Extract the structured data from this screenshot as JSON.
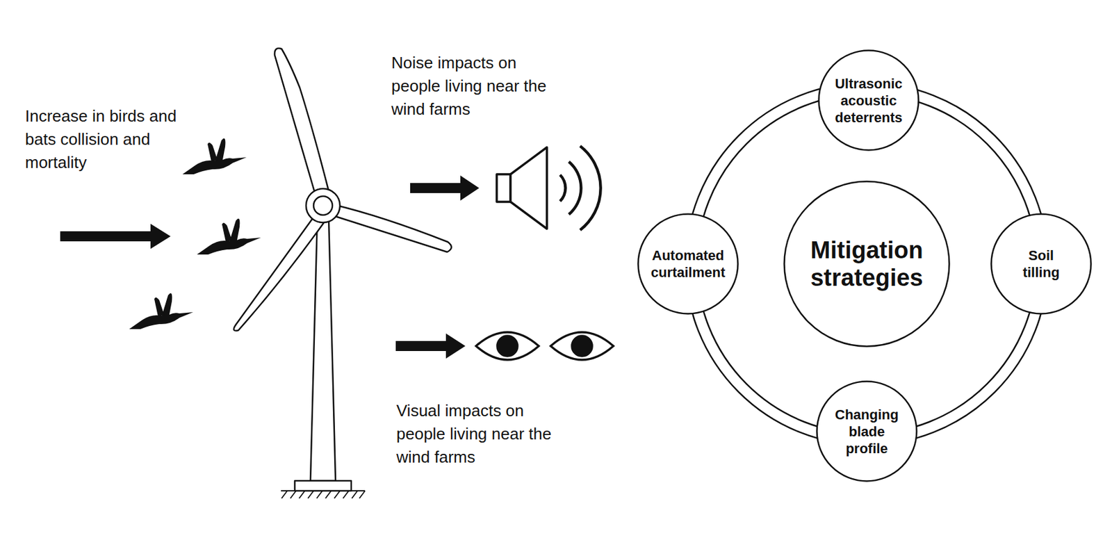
{
  "diagram": {
    "nodes": [
      {
        "text": [
          "Ultrasonic acoustic deterrents"
        ]
      },
      {
        "text": [
          "Automated curtailment"
        ]
      },
      {
        "text": [
          "Mitigation strategies"
        ]
      },
      {
        "text": [
          "Soil tilling"
        ]
      },
      {
        "text": [
          "Changing blade profile"
        ]
      }
    ],
    "labels": [
      "Increase in birds and bats collision and mortality",
      "Noise impacts on people living near the wind farms",
      "Visual impacts on people living near the wind farms"
    ]
  }
}
